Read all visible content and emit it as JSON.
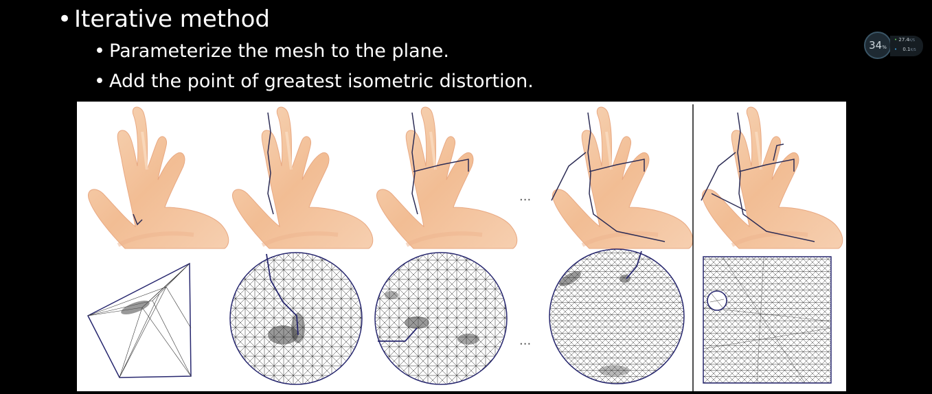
{
  "slide": {
    "bullet_main": "Iterative method",
    "sub_bullets": [
      "Parameterize the mesh to the plane.",
      "Add the point of greatest isometric distortion."
    ],
    "ellipsis": "..."
  },
  "widget": {
    "percent": "34",
    "percent_unit": "%",
    "upload": "27.4",
    "upload_unit": "K/S",
    "download": "0.1",
    "download_unit": "K/S"
  },
  "colors": {
    "skin": "#f2c29c",
    "cut": "#2c2c55",
    "mesh": "#222222",
    "boundary": "#26266e"
  }
}
